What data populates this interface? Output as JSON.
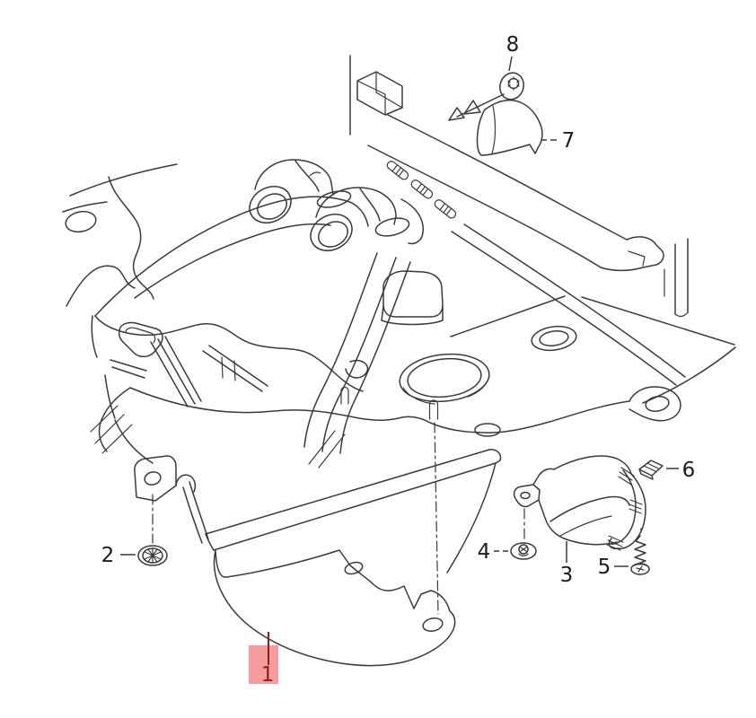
{
  "diagram": {
    "background": "#ffffff",
    "line_color": "#3a3a3a",
    "highlight": {
      "fill": "#f69b9e",
      "accent": "#8c1d1d"
    },
    "callouts": [
      {
        "label": "1",
        "highlighted": true,
        "depicts": "insulation-panel"
      },
      {
        "label": "2",
        "highlighted": false,
        "depicts": "speed-nut"
      },
      {
        "label": "3",
        "highlighted": false,
        "depicts": "side-bracket"
      },
      {
        "label": "4",
        "highlighted": false,
        "depicts": "washer-nut"
      },
      {
        "label": "5",
        "highlighted": false,
        "depicts": "tapping-screw"
      },
      {
        "label": "6",
        "highlighted": false,
        "depicts": "clip"
      },
      {
        "label": "7",
        "highlighted": false,
        "depicts": "cover-piece"
      },
      {
        "label": "8",
        "highlighted": false,
        "depicts": "grommet"
      }
    ]
  }
}
